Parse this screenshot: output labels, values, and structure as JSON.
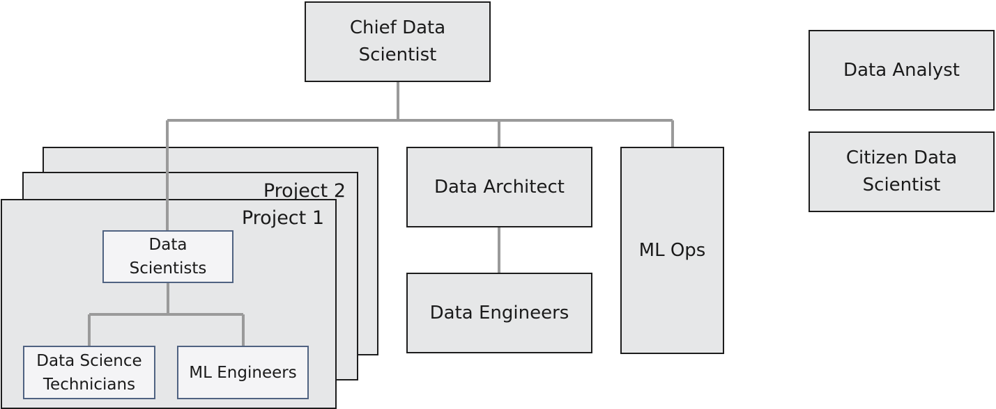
{
  "nodes": {
    "chief": "Chief Data\nScientist",
    "data_analyst": "Data Analyst",
    "citizen": "Citizen Data\nScientist",
    "data_architect": "Data Architect",
    "data_engineers": "Data Engineers",
    "ml_ops": "ML Ops",
    "data_scientists": "Data\nScientists",
    "technicians": "Data Science\nTechnicians",
    "ml_engineers": "ML Engineers"
  },
  "projects": {
    "project2": "Project 2",
    "project1": "Project 1"
  },
  "colors": {
    "box_fill": "#e6e7e8",
    "box_border": "#1c1c1c",
    "connector": "#9a9a9a",
    "sub_border": "#4f6281",
    "sub_fill": "#f4f4f6"
  }
}
